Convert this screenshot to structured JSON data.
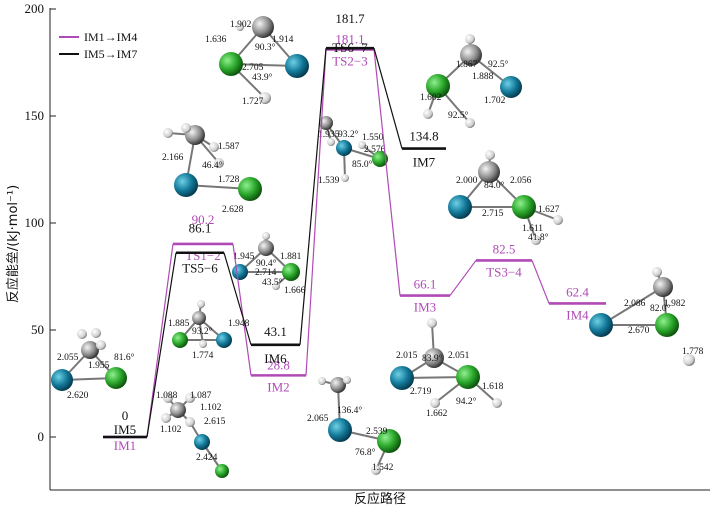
{
  "chart_data": {
    "type": "line",
    "xlabel": "反应路径",
    "ylabel": "反应能垒/(kJ·mol⁻¹)",
    "ylim": [
      0,
      200
    ],
    "yticks": [
      "0",
      "50",
      "100",
      "150",
      "200"
    ],
    "grid": false,
    "legend_position": "top-left",
    "series": [
      {
        "name": "IM1→IM4",
        "color": "#b04ab6",
        "points": [
          {
            "label": "IM1",
            "value": 0,
            "value_text": "0"
          },
          {
            "label": "TS1−2",
            "value": 90.2,
            "value_text": "90.2"
          },
          {
            "label": "IM2",
            "value": 28.8,
            "value_text": "28.8"
          },
          {
            "label": "TS2−3",
            "value": 181.1,
            "value_text": "181.1"
          },
          {
            "label": "IM3",
            "value": 66.1,
            "value_text": "66.1"
          },
          {
            "label": "TS3−4",
            "value": 82.5,
            "value_text": "82.5"
          },
          {
            "label": "IM4",
            "value": 62.4,
            "value_text": "62.4"
          }
        ]
      },
      {
        "name": "IM5→IM7",
        "color": "#111111",
        "points": [
          {
            "label": "IM5",
            "value": 0,
            "value_text": "0"
          },
          {
            "label": "TS5−6",
            "value": 86.1,
            "value_text": "86.1"
          },
          {
            "label": "IM6",
            "value": 43.1,
            "value_text": "43.1"
          },
          {
            "label": "TS6−7",
            "value": 181.7,
            "value_text": "181.7"
          },
          {
            "label": "IM7",
            "value": 134.8,
            "value_text": "134.8"
          }
        ]
      }
    ],
    "structure_annotations": [
      [
        "2.055",
        "81.6°",
        "1.955",
        "2.620"
      ],
      [
        "1.088",
        "1.087",
        "1.102",
        "1.102",
        "2.615",
        "2.424"
      ],
      [
        "1.885",
        "93.2°",
        "1.948",
        "1.774"
      ],
      [
        "2.166",
        "1.587",
        "46.4°",
        "1.728",
        "2.628"
      ],
      [
        "1.945",
        "90.4°",
        "1.881",
        "2.714",
        "43.5°",
        "1.666"
      ],
      [
        "1.636",
        "1.902",
        "90.3°",
        "1.914",
        "2.705",
        "43.9°",
        "1.727"
      ],
      [
        "2.065",
        "136.4°",
        "2.539",
        "76.8°",
        "1.542"
      ],
      [
        "1.935",
        "93.2°",
        "1.550",
        "2.576",
        "85.0°",
        "1.539"
      ],
      [
        "1.867",
        "92.5°",
        "1.888",
        "1.602",
        "92.5°",
        "1.702"
      ],
      [
        "2.000",
        "84.0°",
        "2.056",
        "2.715",
        "1.627",
        "1.611",
        "41.8°"
      ],
      [
        "2.015",
        "83.9°",
        "2.051",
        "2.719",
        "1.662",
        "94.2°",
        "1.618"
      ],
      [
        "2.086",
        "82.0°",
        "1.982",
        "2.670",
        "1.778"
      ]
    ]
  }
}
